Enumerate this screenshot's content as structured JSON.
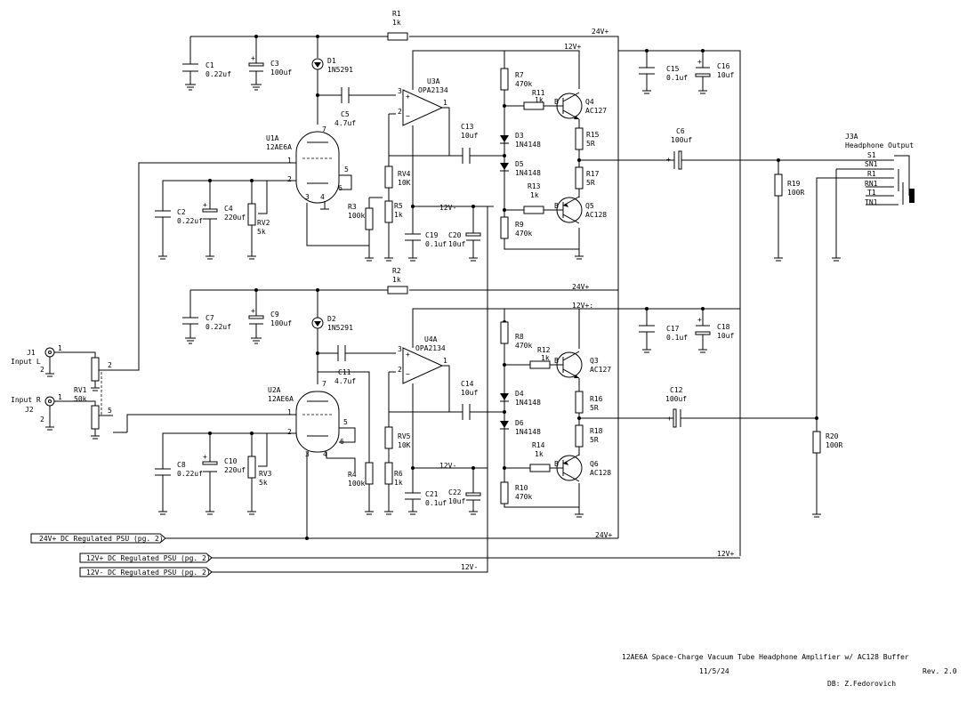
{
  "labels": {
    "r1": [
      "R1",
      "1k"
    ],
    "r2": [
      "R2",
      "1k"
    ],
    "r3": [
      "R3",
      "100k"
    ],
    "r4": [
      "R4",
      "100k"
    ],
    "r5": [
      "R5",
      "1k"
    ],
    "r6": [
      "R6",
      "1k"
    ],
    "r7": [
      "R7",
      "470k"
    ],
    "r8": [
      "R8",
      "470k"
    ],
    "r9": [
      "R9",
      "470k"
    ],
    "r10": [
      "R10",
      "470k"
    ],
    "r11": [
      "R11",
      "1k"
    ],
    "r12": [
      "R12",
      "1k"
    ],
    "r13": [
      "R13",
      "1k"
    ],
    "r14": [
      "R14",
      "1k"
    ],
    "r15": [
      "R15",
      "5R"
    ],
    "r16": [
      "R16",
      "5R"
    ],
    "r17": [
      "R17",
      "5R"
    ],
    "r18": [
      "R18",
      "5R"
    ],
    "r19": [
      "R19",
      "100R"
    ],
    "r20": [
      "R20",
      "100R"
    ],
    "c1": [
      "C1",
      "0.22uf"
    ],
    "c2": [
      "C2",
      "0.22uf"
    ],
    "c3": [
      "C3",
      "100uf"
    ],
    "c4": [
      "C4",
      "220uf"
    ],
    "c5": [
      "C5",
      "4.7uf"
    ],
    "c6": [
      "C6",
      "100uf"
    ],
    "c7": [
      "C7",
      "0.22uf"
    ],
    "c8": [
      "C8",
      "0.22uf"
    ],
    "c9": [
      "C9",
      "100uf"
    ],
    "c10": [
      "C10",
      "220uf"
    ],
    "c11": [
      "C11",
      "4.7uf"
    ],
    "c12": [
      "C12",
      "100uf"
    ],
    "c13": [
      "C13",
      "10uf"
    ],
    "c14": [
      "C14",
      "10uf"
    ],
    "c15": [
      "C15",
      "0.1uf"
    ],
    "c16": [
      "C16",
      "10uf"
    ],
    "c17": [
      "C17",
      "0.1uf"
    ],
    "c18": [
      "C18",
      "10uf"
    ],
    "c19": [
      "C19",
      "0.1uf"
    ],
    "c20": [
      "C20",
      "10uf"
    ],
    "c21": [
      "C21",
      "0.1uf"
    ],
    "c22": [
      "C22",
      "10uf"
    ],
    "d1": [
      "D1",
      "1N5291"
    ],
    "d2": [
      "D2",
      "1N5291"
    ],
    "d3": [
      "D3",
      "1N4148"
    ],
    "d4": [
      "D4",
      "1N4148"
    ],
    "d5": [
      "D5",
      "1N4148"
    ],
    "d6": [
      "D6",
      "1N4148"
    ],
    "u1": [
      "U1A",
      "12AE6A"
    ],
    "u2": [
      "U2A",
      "12AE6A"
    ],
    "u3": [
      "U3A",
      "OPA2134"
    ],
    "u4": [
      "U4A",
      "OPA2134"
    ],
    "q3": [
      "Q3",
      "AC127"
    ],
    "q4": [
      "Q4",
      "AC127"
    ],
    "q5": [
      "Q5",
      "AC128"
    ],
    "q6": [
      "Q6",
      "AC128"
    ],
    "rv1": [
      "RV1",
      "50k"
    ],
    "rv2": [
      "RV2",
      "5k"
    ],
    "rv3": [
      "RV3",
      "5k"
    ],
    "rv4": [
      "RV4",
      "10K"
    ],
    "rv5": [
      "RV5",
      "10K"
    ],
    "j1": [
      "J1",
      "Input L"
    ],
    "j2": [
      "J2",
      "Input R"
    ],
    "j3": [
      "J3A",
      "Headphone Output"
    ]
  },
  "nets": {
    "v24": "24V+",
    "v12p": "12V+",
    "v12pc": "12V+:",
    "v12n": "12V-"
  },
  "jack_pins": [
    "S1",
    "SN1",
    "R1",
    "RN1",
    "T1",
    "TN1"
  ],
  "psu_ports": [
    "24V+ DC Regulated PSU (pg. 2)",
    "12V+ DC Regulated PSU (pg. 2)",
    "12V- DC Regulated PSU (pg. 2)"
  ],
  "title_block": {
    "title": "12AE6A Space-Charge Vacuum Tube Headphone Amplifier w/ AC128 Buffer",
    "date": "11/5/24",
    "rev": "Rev. 2.0",
    "author": "DB: Z.Fedorovich"
  }
}
